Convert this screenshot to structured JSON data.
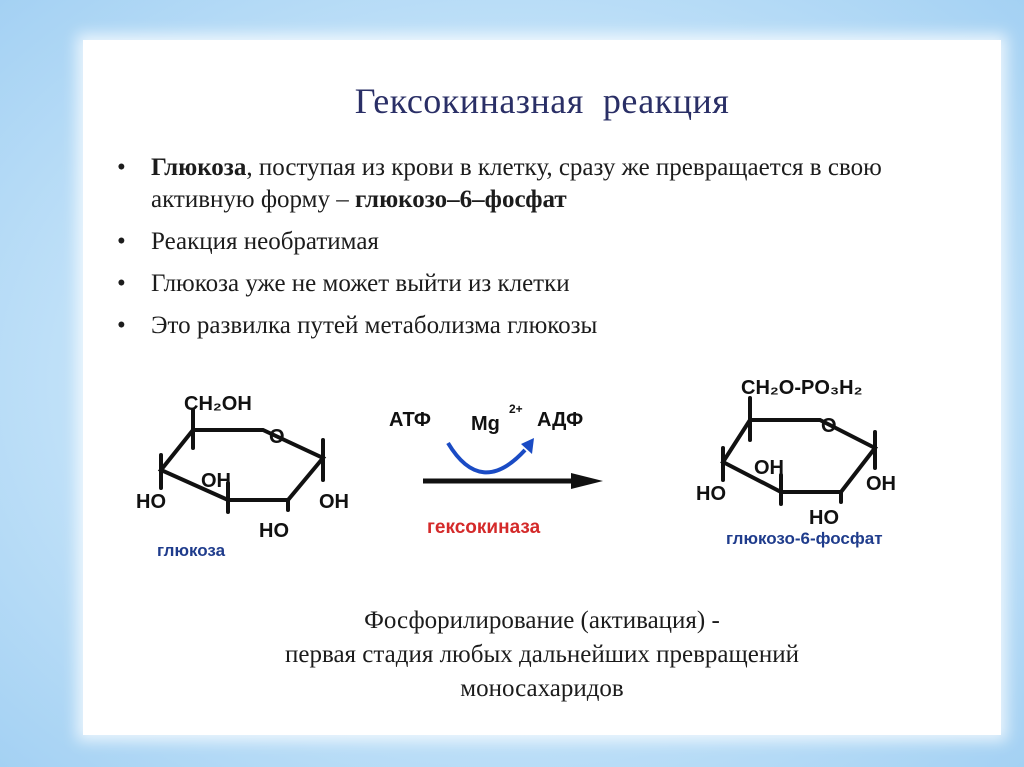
{
  "slide": {
    "title": "Гексокиназная  реакция",
    "bullets": [
      {
        "bold1": "Глюкоза",
        "text1": ", поступая из крови в клетку, сразу же превращается в свою активную форму – ",
        "bold2": "глюкозо–6–фосфат"
      },
      {
        "text": "Реакция необратимая"
      },
      {
        "text": "Глюкоза уже не может выйти из клетки"
      },
      {
        "text": "Это развилка путей метаболизма глюкозы"
      }
    ],
    "bullet_symbol": "•",
    "reaction": {
      "glucose": {
        "ch2oh": "CH₂OH",
        "ring_o": "O",
        "oh_inner": "OH",
        "ho_left": "HO",
        "oh_right": "OH",
        "ho_bottom": "HO",
        "name": "глюкоза"
      },
      "atp": "АТФ",
      "mg": "Mg",
      "mg_charge": "2+",
      "adp": "АДФ",
      "enzyme": "гексокиназа",
      "product": {
        "ch2o": "CH₂O-PO₃H₂",
        "ring_o": "O",
        "oh_inner": "OH",
        "ho_left": "HO",
        "oh_right": "OH",
        "ho_bottom": "HO",
        "name": "глюкозо-6-фосфат"
      },
      "colors": {
        "name_label": "#1f3c8c",
        "enzyme": "#d42a2a",
        "arc": "#1a4bc4",
        "ink": "#111111"
      }
    },
    "footer": [
      "Фосфорилирование (активация) -",
      "первая стадия любых дальнейших превращений",
      "моносахаридов"
    ]
  }
}
